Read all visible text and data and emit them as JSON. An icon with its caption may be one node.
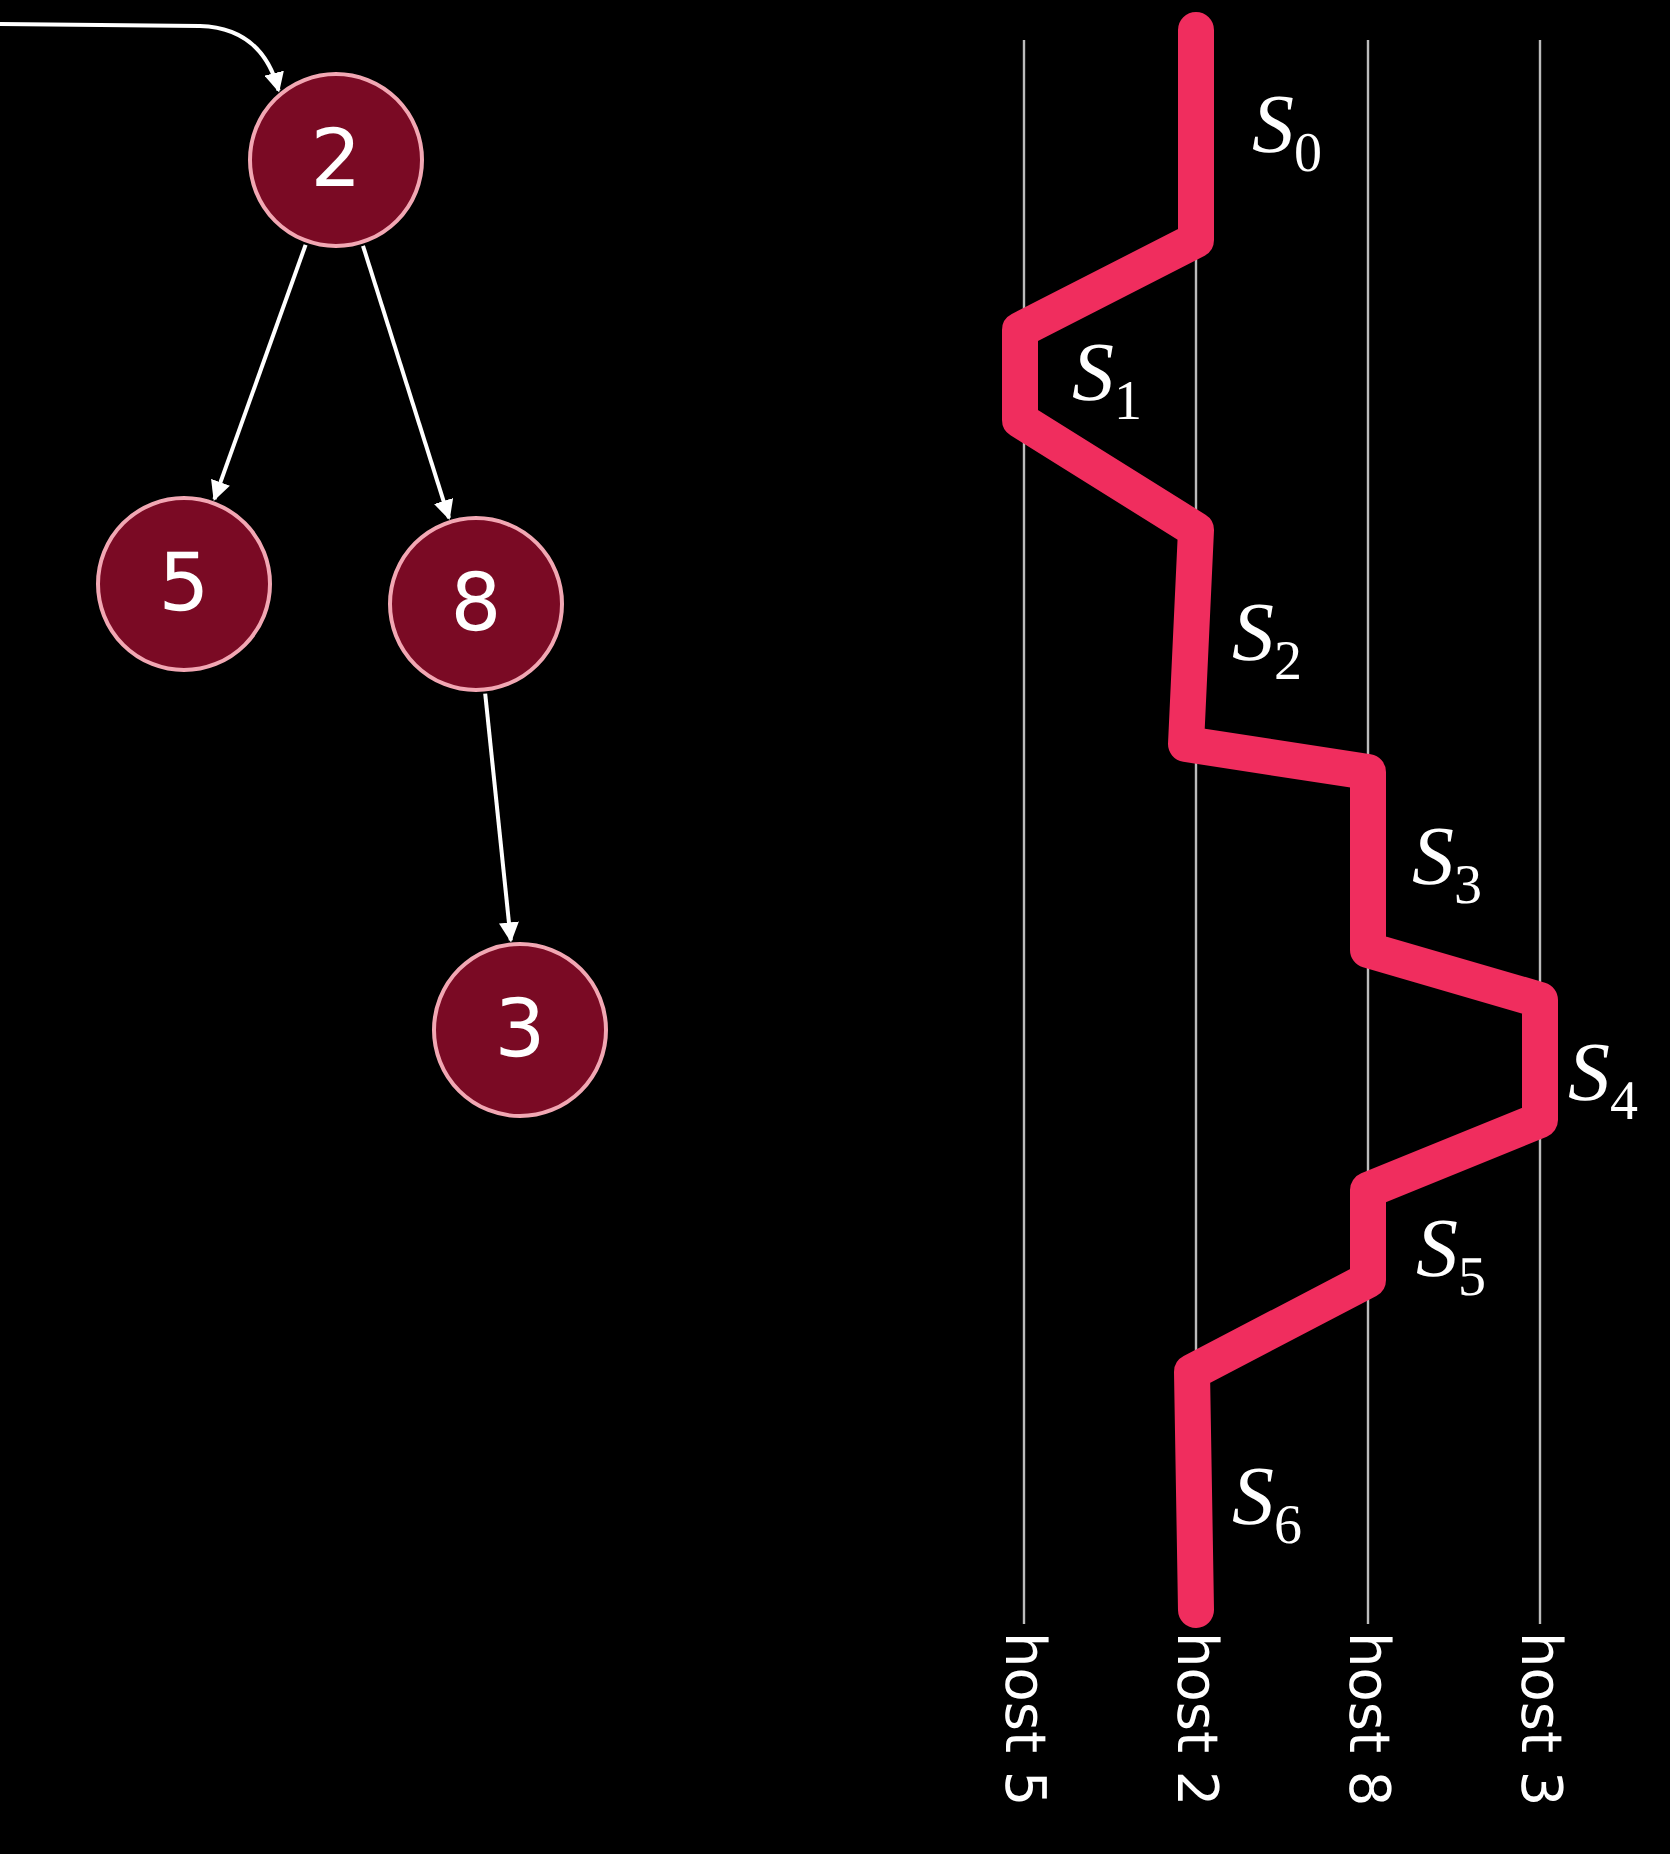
{
  "diagram": {
    "nodes": [
      {
        "text": [
          "2"
        ]
      },
      {
        "text": [
          "5"
        ]
      },
      {
        "text": [
          "8"
        ]
      },
      {
        "text": [
          "3"
        ]
      }
    ],
    "edges": [
      {
        "from": null,
        "to": 0,
        "arrow": "to"
      },
      {
        "from": 0,
        "to": 1,
        "arrow": "to"
      },
      {
        "from": 0,
        "to": 2,
        "arrow": "to"
      },
      {
        "from": 2,
        "to": 3,
        "arrow": "to"
      }
    ],
    "labels": [
      "*S*$_{0}$",
      "*S*$_{1}$",
      "*S*$_{2}$",
      "*S*$_{3}$",
      "*S*$_{4}$",
      "*S*$_{5}$",
      "*S*$_{6}$",
      "host 5",
      "host 2",
      "host 8",
      "host 3"
    ]
  }
}
